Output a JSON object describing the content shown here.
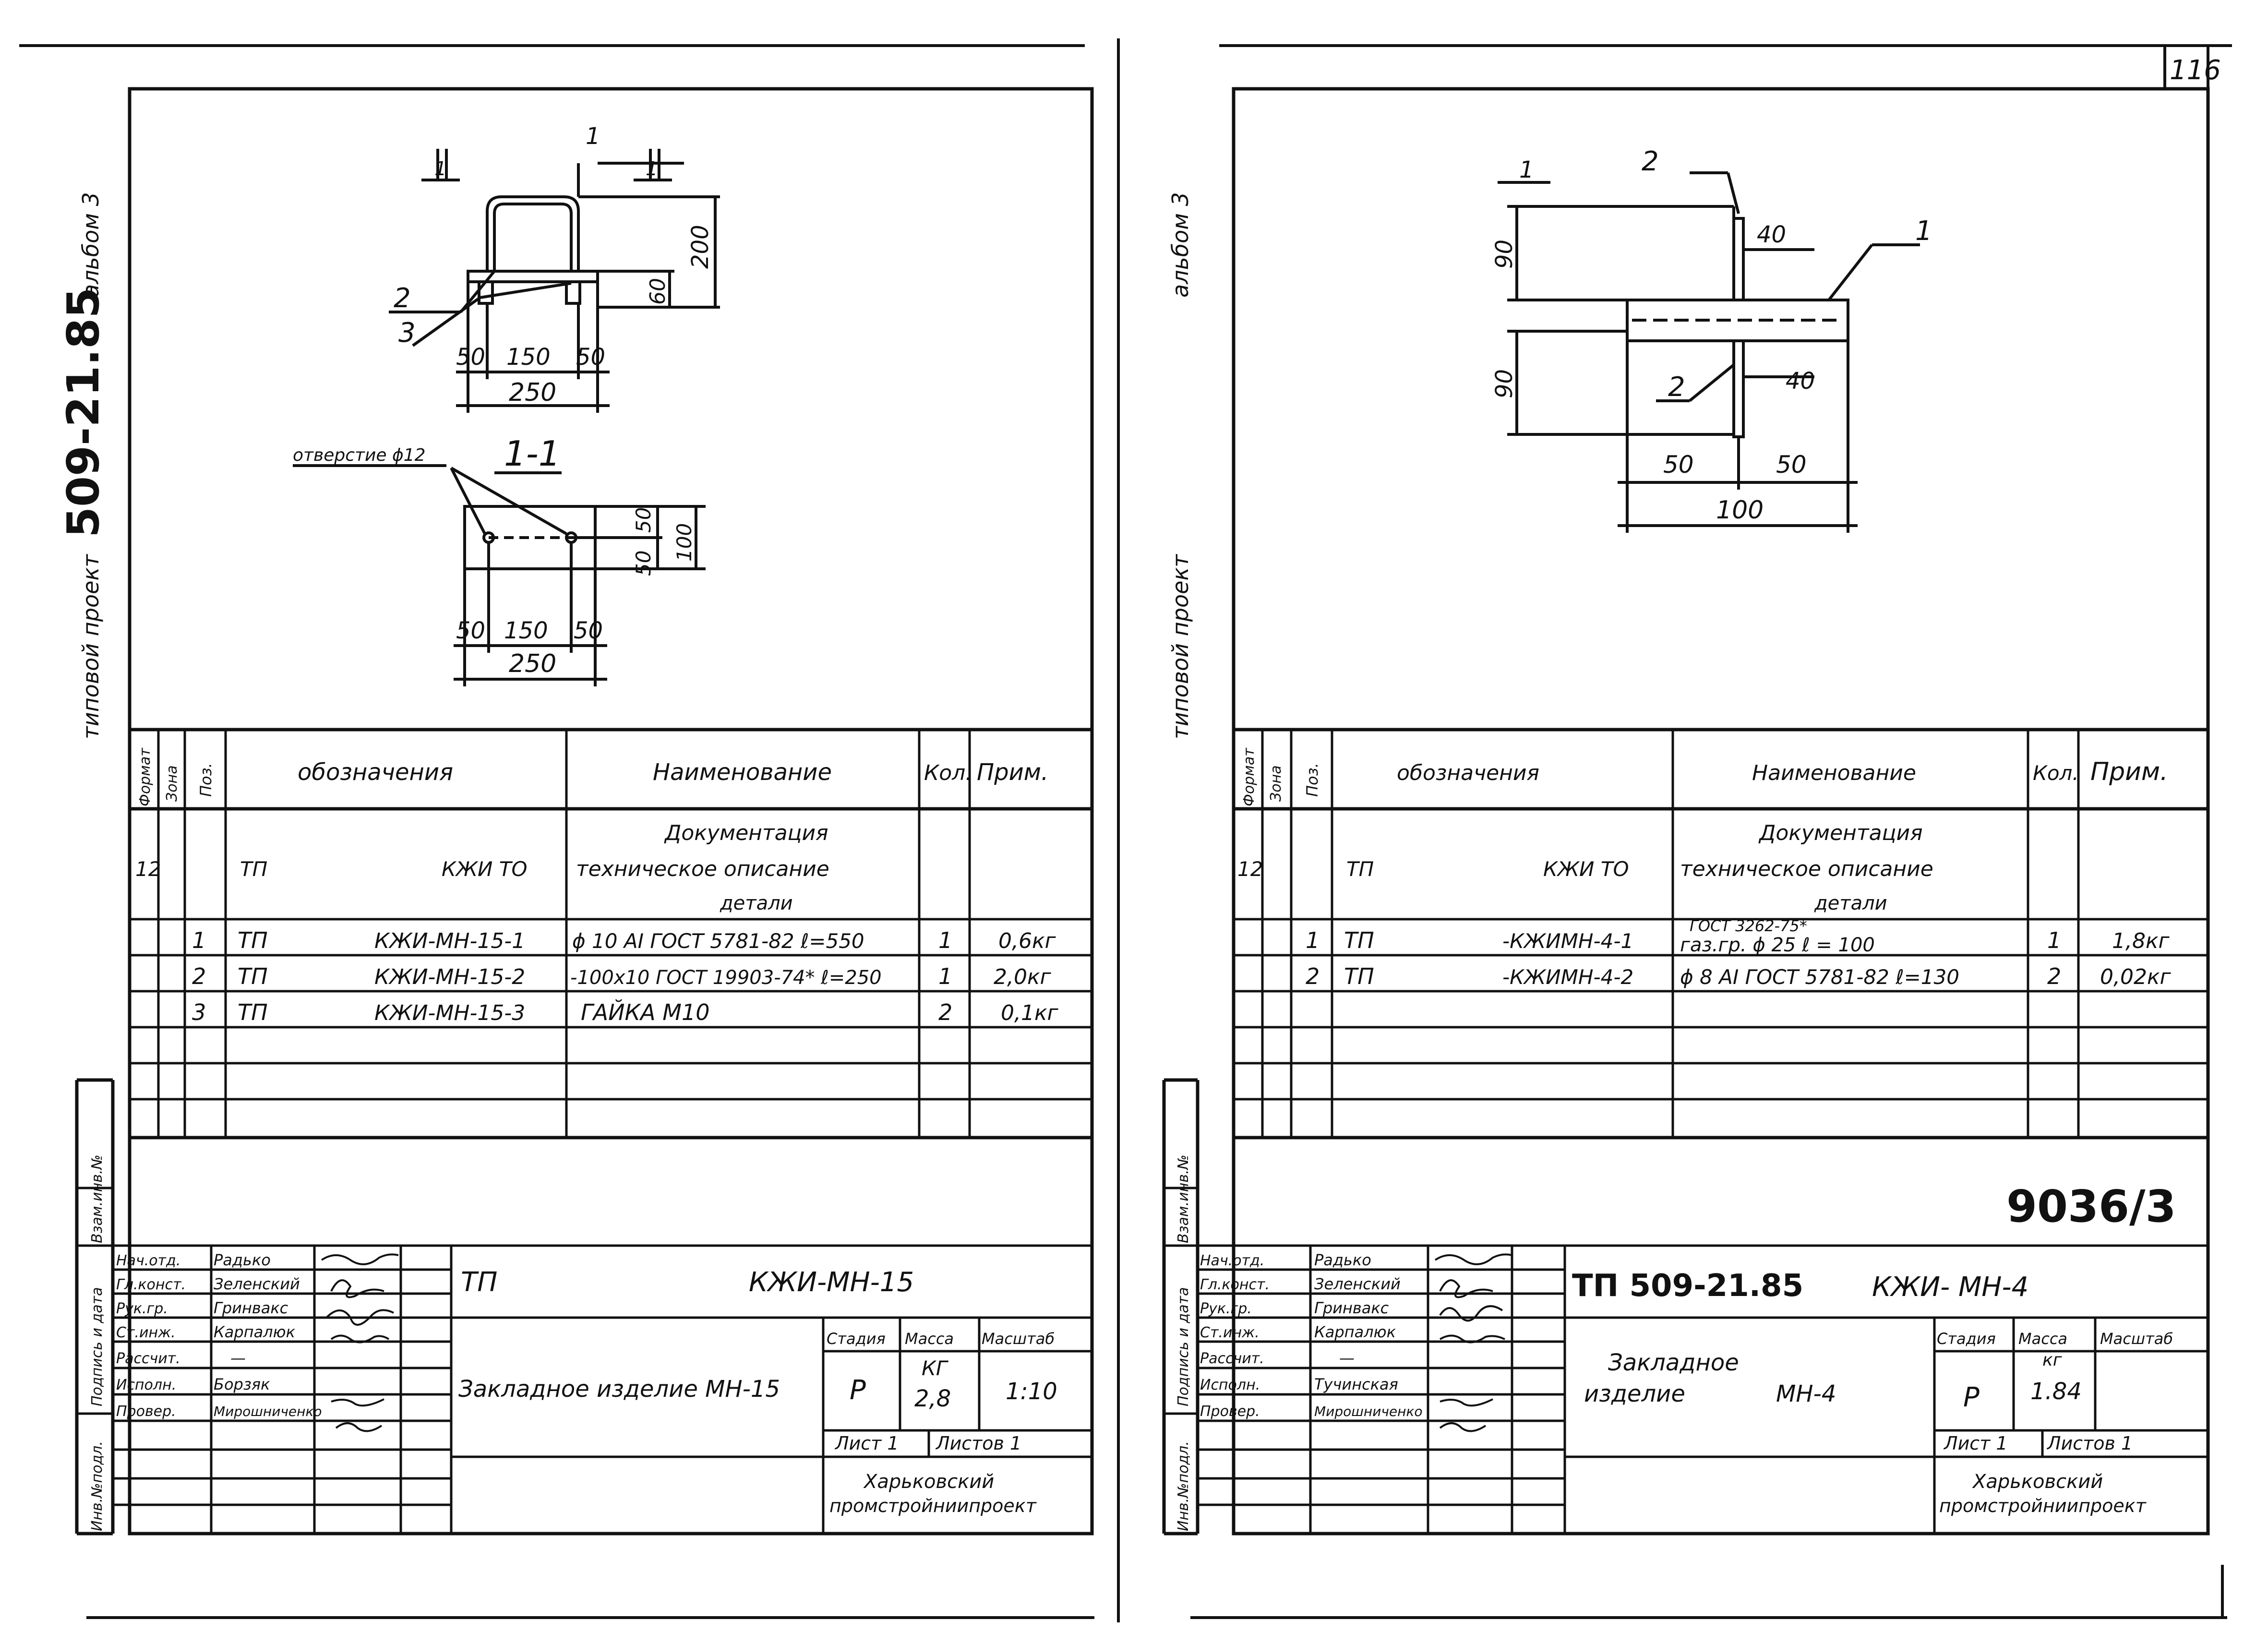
{
  "page_number": "116",
  "side_labels": {
    "left_project": "типовой проект",
    "left_code": "509-21.85",
    "left_album": "альбом 3",
    "right_project": "типовой проект",
    "right_album": "альбом 3",
    "inv_strip": [
      "Инв.№подл.",
      "Подпись и дата",
      "Взам.инв.№"
    ]
  },
  "left_sheet": {
    "drawing": {
      "view_marks": [
        "1",
        "1"
      ],
      "pos1": "1",
      "pos2": "2",
      "pos3": "3",
      "dim_200": "200",
      "dim_60": "60",
      "dim_50a": "50",
      "dim_150": "150",
      "dim_50b": "50",
      "dim_250": "250",
      "hole_label": "отверстие ϕ12",
      "section_label": "1-1",
      "dim_sec_50a": "50",
      "dim_sec_100": "100",
      "dim_sec_50b": "50",
      "dim_sec_b50a": "50",
      "dim_sec_b150": "150",
      "dim_sec_b50b": "50",
      "dim_sec_b250": "250"
    },
    "spec_headers": [
      "Формат",
      "Зона",
      "Поз.",
      "обозначения",
      "Наименование",
      "Кол.",
      "Прим."
    ],
    "spec_doc": {
      "format": "12",
      "desig_a": "ТП",
      "desig_b": "КЖИ ТО",
      "name_1": "Документация",
      "name_2": "техническое описание",
      "name_3": "детали"
    },
    "spec_rows": [
      {
        "pos": "1",
        "desig_a": "ТП",
        "desig_b": "КЖИ-МН-15-1",
        "name": "ϕ 10 АI ГОСТ 5781-82 ℓ=550",
        "qty": "1",
        "note": "0,6кг"
      },
      {
        "pos": "2",
        "desig_a": "ТП",
        "desig_b": "КЖИ-МН-15-2",
        "name": "-100х10 ГОСТ 19903-74* ℓ=250",
        "qty": "1",
        "note": "2,0кг"
      },
      {
        "pos": "3",
        "desig_a": "ТП",
        "desig_b": "КЖИ-МН-15-3",
        "name": "ГАЙКА М10",
        "qty": "2",
        "note": "0,1кг"
      }
    ],
    "title_block": {
      "roles": [
        "Нач.отд.",
        "Гл.конст.",
        "Рук.гр.",
        "Ст.инж.",
        "Рассчит.",
        "Исполн.",
        "Провер."
      ],
      "names": [
        "Радько",
        "Зеленский",
        "Гринвакс",
        "Карпалюк",
        "—",
        "Борзяк",
        "Мирошниченко"
      ],
      "code_a": "ТП",
      "code_b": "КЖИ-МН-15",
      "title": "Закладное изделие МН-15",
      "stage_h": "Стадия",
      "mass_h": "Масса",
      "scale_h": "Масштаб",
      "stage": "Р",
      "mass_unit": "КГ",
      "mass": "2,8",
      "scale": "1:10",
      "sheet": "Лист 1",
      "sheets": "Листов 1",
      "org_1": "Харьковский",
      "org_2": "промстройниипроект"
    }
  },
  "right_sheet": {
    "drawing": {
      "view_mark": "1",
      "pos2_top": "2",
      "pos1": "1",
      "pos2_bot": "2",
      "dim_90a": "90",
      "dim_40a": "40",
      "dim_90b": "90",
      "dim_40b": "40",
      "dim_50a": "50",
      "dim_50b": "50",
      "dim_100": "100"
    },
    "spec_headers": [
      "Формат",
      "Зона",
      "Поз.",
      "обозначения",
      "Наименование",
      "Кол.",
      "Прим."
    ],
    "spec_doc": {
      "format": "12",
      "desig_a": "ТП",
      "desig_b": "КЖИ ТО",
      "name_1": "Документация",
      "name_2": "техническое описание",
      "name_3": "детали"
    },
    "spec_rows": [
      {
        "pos": "1",
        "desig_a": "ТП",
        "desig_b": "-КЖИМН-4-1",
        "name_top": "ГОСТ 3262-75*",
        "name": "газ.гр. ϕ 25  ℓ = 100",
        "qty": "1",
        "note": "1,8кг"
      },
      {
        "pos": "2",
        "desig_a": "ТП",
        "desig_b": "-КЖИМН-4-2",
        "name_top": "",
        "name": "ϕ 8 АI ГОСТ 5781-82 ℓ=130",
        "qty": "2",
        "note": "0,02кг"
      }
    ],
    "stamp": "9036/3",
    "title_block": {
      "roles": [
        "Нач.отд.",
        "Гл.конст.",
        "Рук.гр.",
        "Ст.инж.",
        "Рассчит.",
        "Исполн.",
        "Провер."
      ],
      "names": [
        "Радько",
        "Зеленский",
        "Гринвакс",
        "Карпалюк",
        "—",
        "Тучинская",
        "Мирошниченко"
      ],
      "code_a": "ТП 509-21.85",
      "code_b": "КЖИ- МН-4",
      "title_1": "Закладное",
      "title_2": "изделие",
      "title_3": "МН-4",
      "stage_h": "Стадия",
      "mass_h": "Масса",
      "scale_h": "Масштаб",
      "stage": "Р",
      "mass_unit": "кг",
      "mass": "1.84",
      "scale": "",
      "sheet": "Лист 1",
      "sheets": "Листов 1",
      "org_1": "Харьковский",
      "org_2": "промстройниипроект"
    }
  }
}
